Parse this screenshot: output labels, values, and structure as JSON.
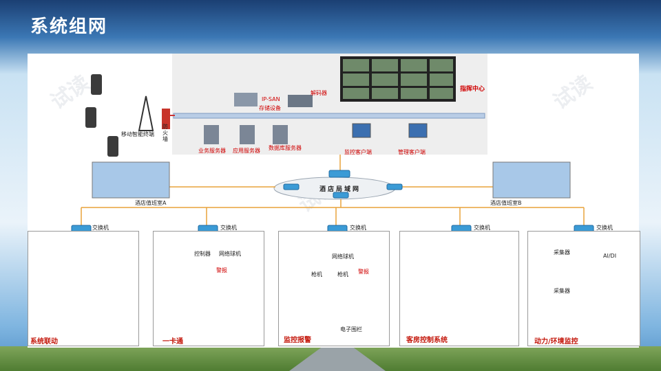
{
  "page": {
    "title": "系统组网"
  },
  "core": {
    "ipsan": "IP-SAN",
    "storage": "存储设备",
    "decoder": "解码器",
    "command": "指挥中心",
    "mobile": "移动智能终端",
    "firewall": "防火墙",
    "servers": [
      "业务服务器",
      "应用服务器",
      "数据库服务器"
    ],
    "clients": [
      "监控客户端",
      "管理客户端"
    ]
  },
  "network": {
    "lan": "酒店局域网",
    "room_a": "酒店值班室A",
    "room_b": "酒店值班室B",
    "switch": "交换机"
  },
  "subsystems": [
    {
      "caption": "系统联动"
    },
    {
      "caption": "一卡通",
      "controller": "控制器",
      "dome": "网络球机",
      "alarm": "警报"
    },
    {
      "caption": "监控报警",
      "gun1": "枪机",
      "gun2": "枪机",
      "dome": "网络球机",
      "alarm": "警报",
      "fence": "电子围栏"
    },
    {
      "caption": "客房控制系统"
    },
    {
      "caption": "动力/环境监控",
      "collector": "采集器",
      "aidi": "AI/DI"
    }
  ],
  "watermark": "试读",
  "colors": {
    "caption": "#c4180c",
    "title": "#ffffff",
    "trunk": "#e8a23a",
    "switch": "#3b9bd6"
  }
}
